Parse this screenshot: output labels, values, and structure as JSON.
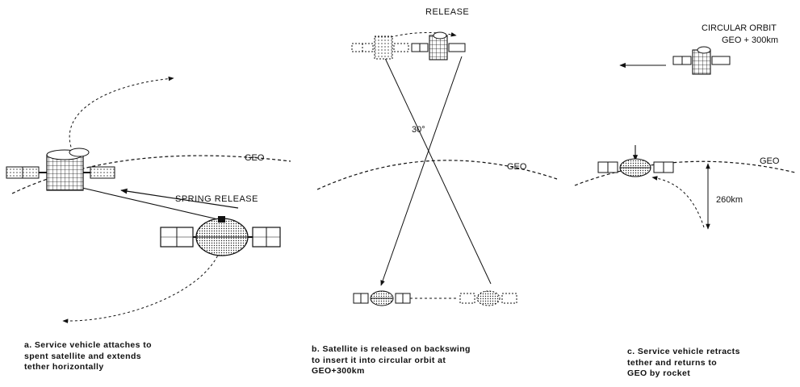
{
  "panel_a": {
    "geo_label": "GEO",
    "spring_label": "SPRING RELEASE",
    "caption": "a. Service vehicle attaches to\n    spent satellite and extends\n    tether horizontally"
  },
  "panel_b": {
    "release_label": "RELEASE",
    "angle_label": "30°",
    "geo_label": "GEO",
    "caption": "b. Satellite is released on backswing\n    to insert it into circular orbit at\n    GEO+300km"
  },
  "panel_c": {
    "orbit_label_line1": "CIRCULAR ORBIT",
    "orbit_label_line2": "GEO + 300km",
    "geo_label": "GEO",
    "distance_label": "260km",
    "caption": "c.  Service vehicle retracts\n     tether and returns to\n     GEO by rocket"
  },
  "colors": {
    "ink": "#111111",
    "background": "#ffffff"
  }
}
